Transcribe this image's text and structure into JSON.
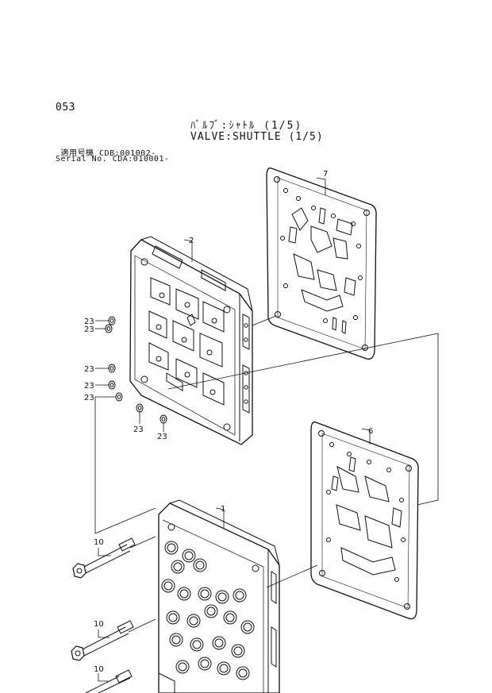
{
  "header": {
    "page_number": "053",
    "title_jp": "ﾊﾞﾙﾌﾞ:ｼｬﾄﾙ (1/5)",
    "title_en": "VALVE:SHUTTLE (1/5)",
    "serial_line_1": " 適用号機 CDB:001002-",
    "serial_line_2": "Serial No. CDA:010001-"
  },
  "callouts": {
    "part_1": "1",
    "part_2": "2",
    "part_6": "6",
    "part_7": "7",
    "part_10": "10",
    "part_23": "23"
  }
}
